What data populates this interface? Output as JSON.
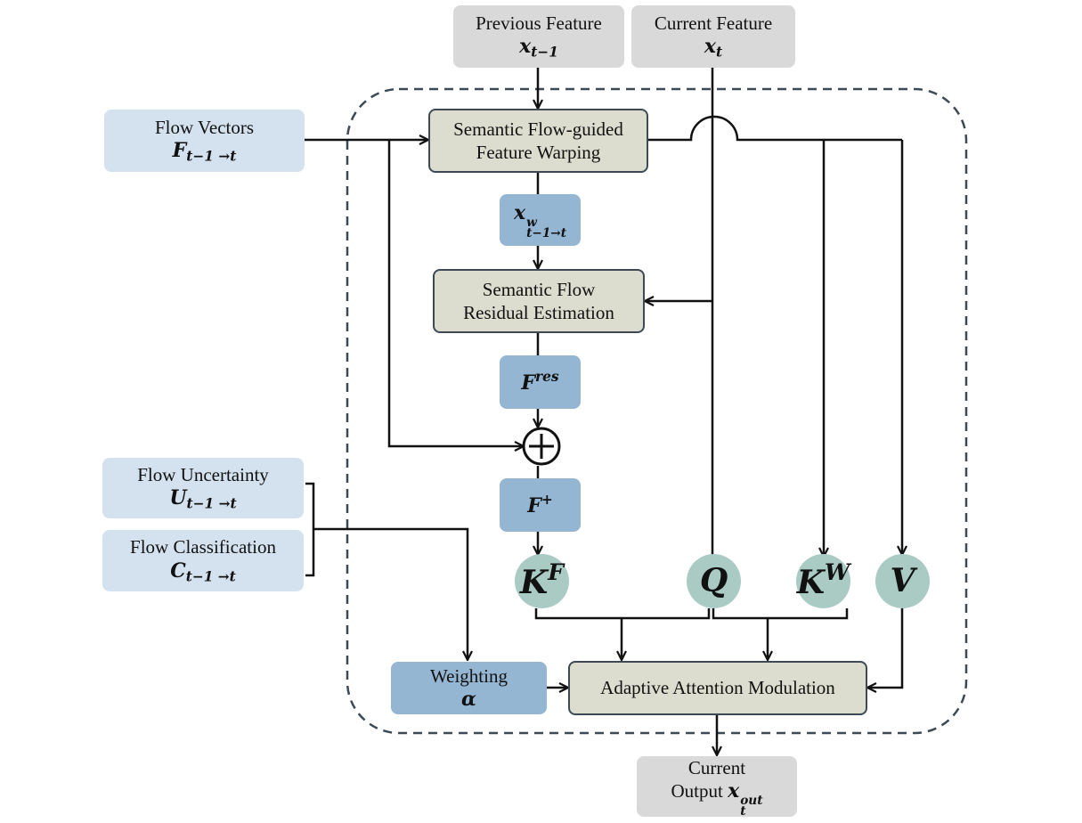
{
  "inputs": {
    "previous": {
      "label": "Previous Feature",
      "var": "x",
      "sub": "t−1"
    },
    "current": {
      "label": "Current Feature",
      "var": "x",
      "sub": "t"
    },
    "flow_vectors": {
      "label": "Flow Vectors",
      "var": "F",
      "sub": "t−1 →t"
    },
    "flow_uncertainty": {
      "label": "Flow Uncertainty",
      "var": "U",
      "sub": "t−1 →t"
    },
    "flow_classification": {
      "label": "Flow Classification",
      "var": "C",
      "sub": "t−1 →t"
    }
  },
  "modules": {
    "warping": {
      "line1": "Semantic Flow-guided",
      "line2": "Feature Warping"
    },
    "residual": {
      "line1": "Semantic Flow",
      "line2": "Residual Estimation"
    },
    "attention": {
      "label": "Adaptive Attention Modulation"
    }
  },
  "features": {
    "warped": {
      "var": "x",
      "sup": "w",
      "sub": "t−1→t"
    },
    "residual": {
      "var": "F",
      "sup": "res"
    },
    "fused": {
      "var": "F",
      "sup": "+"
    }
  },
  "tokens": {
    "kf": {
      "var": "K",
      "sup": "F"
    },
    "q": {
      "var": "Q"
    },
    "kw": {
      "var": "K",
      "sup": "W"
    },
    "v": {
      "var": "V"
    }
  },
  "weighting": {
    "label": "Weighting",
    "var": "α"
  },
  "output": {
    "line1": "Current",
    "line2": "Output",
    "var": "x",
    "sup": "out",
    "sub": "t"
  },
  "colors": {
    "input_gray": "#d9d9d9",
    "input_light_blue": "#d3e2ee",
    "feature_blue": "#94b6d2",
    "module_beige": "#dcddcf",
    "token_teal": "#a9cbc4",
    "outline": "#3d4a55"
  }
}
